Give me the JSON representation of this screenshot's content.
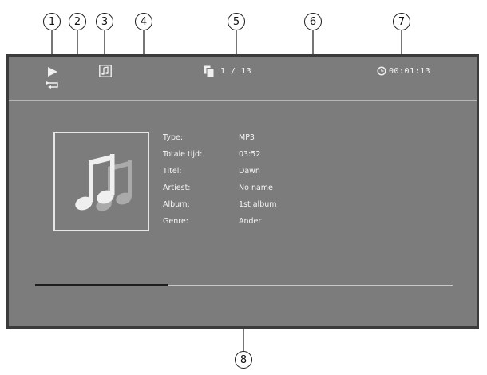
{
  "callouts": [
    "1",
    "2",
    "3",
    "4",
    "5",
    "6",
    "7",
    "8"
  ],
  "osd": {
    "page_counter": "1 / 13",
    "elapsed_time": "00:01:13"
  },
  "info": {
    "rows": [
      {
        "label": "Type:",
        "value": "MP3"
      },
      {
        "label": "Totale tijd:",
        "value": "03:52"
      },
      {
        "label": "Titel:",
        "value": "Dawn"
      },
      {
        "label": "Artiest:",
        "value": "No name"
      },
      {
        "label": "Album:",
        "value": "1st album"
      },
      {
        "label": "Genre:",
        "value": "Ander"
      }
    ]
  },
  "progress": {
    "fraction": 0.32
  },
  "colors": {
    "screen": "#7c7c7c",
    "frame": "#3b3b3b",
    "text": "#f3f3f3"
  },
  "icons": [
    "play-icon",
    "repeat-icon",
    "music-mode-icon",
    "music-notes-icon",
    "file-icon",
    "clock-icon"
  ]
}
